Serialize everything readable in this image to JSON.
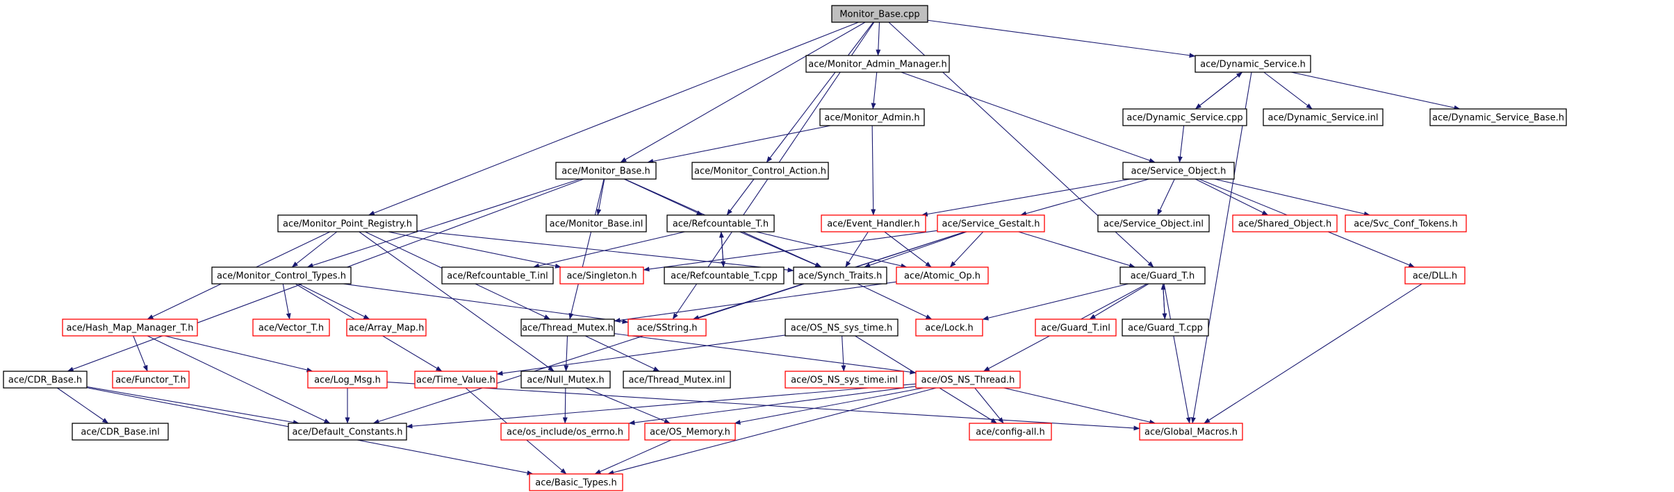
{
  "diagram": {
    "title": "Monitor_Base.cpp",
    "colors": {
      "edge": "#191970",
      "root_fill": "#bfbfbf",
      "normal_border": "#000000",
      "missing_border": "#ff0000"
    },
    "nodes": [
      {
        "id": "mb_cpp",
        "label": "Monitor_Base.cpp",
        "kind": "root"
      },
      {
        "id": "mam_h",
        "label": "ace/Monitor_Admin_Manager.h",
        "kind": "normal"
      },
      {
        "id": "ds_h",
        "label": "ace/Dynamic_Service.h",
        "kind": "normal"
      },
      {
        "id": "ma_h",
        "label": "ace/Monitor_Admin.h",
        "kind": "normal"
      },
      {
        "id": "ds_cpp",
        "label": "ace/Dynamic_Service.cpp",
        "kind": "normal"
      },
      {
        "id": "ds_inl",
        "label": "ace/Dynamic_Service.inl",
        "kind": "normal"
      },
      {
        "id": "dsb_h",
        "label": "ace/Dynamic_Service_Base.h",
        "kind": "normal"
      },
      {
        "id": "mbase_h",
        "label": "ace/Monitor_Base.h",
        "kind": "normal"
      },
      {
        "id": "mca_h",
        "label": "ace/Monitor_Control_Action.h",
        "kind": "normal"
      },
      {
        "id": "so_h",
        "label": "ace/Service_Object.h",
        "kind": "normal"
      },
      {
        "id": "mbase_inl",
        "label": "ace/Monitor_Base.inl",
        "kind": "normal"
      },
      {
        "id": "rc_h",
        "label": "ace/Refcountable_T.h",
        "kind": "normal"
      },
      {
        "id": "eh_h",
        "label": "ace/Event_Handler.h",
        "kind": "missing"
      },
      {
        "id": "sg_h",
        "label": "ace/Service_Gestalt.h",
        "kind": "missing"
      },
      {
        "id": "so_inl",
        "label": "ace/Service_Object.inl",
        "kind": "normal"
      },
      {
        "id": "sho_h",
        "label": "ace/Shared_Object.h",
        "kind": "missing"
      },
      {
        "id": "sct_h",
        "label": "ace/Svc_Conf_Tokens.h",
        "kind": "missing"
      },
      {
        "id": "mpr_h",
        "label": "ace/Monitor_Point_Registry.h",
        "kind": "normal"
      },
      {
        "id": "mct_h",
        "label": "ace/Monitor_Control_Types.h",
        "kind": "normal"
      },
      {
        "id": "rc_inl",
        "label": "ace/Refcountable_T.inl",
        "kind": "normal"
      },
      {
        "id": "sing_h",
        "label": "ace/Singleton.h",
        "kind": "missing"
      },
      {
        "id": "rc_cpp",
        "label": "ace/Refcountable_T.cpp",
        "kind": "normal"
      },
      {
        "id": "st_h",
        "label": "ace/Synch_Traits.h",
        "kind": "normal"
      },
      {
        "id": "ao_h",
        "label": "ace/Atomic_Op.h",
        "kind": "missing"
      },
      {
        "id": "gt_h",
        "label": "ace/Guard_T.h",
        "kind": "normal"
      },
      {
        "id": "dll_h",
        "label": "ace/DLL.h",
        "kind": "missing"
      },
      {
        "id": "hmm_h",
        "label": "ace/Hash_Map_Manager_T.h",
        "kind": "missing"
      },
      {
        "id": "vec_h",
        "label": "ace/Vector_T.h",
        "kind": "missing"
      },
      {
        "id": "am_h",
        "label": "ace/Array_Map.h",
        "kind": "missing"
      },
      {
        "id": "tm_h",
        "label": "ace/Thread_Mutex.h",
        "kind": "normal"
      },
      {
        "id": "ss_h",
        "label": "ace/SString.h",
        "kind": "missing"
      },
      {
        "id": "oss_h",
        "label": "ace/OS_NS_sys_time.h",
        "kind": "normal"
      },
      {
        "id": "lock_h",
        "label": "ace/Lock.h",
        "kind": "missing"
      },
      {
        "id": "gt_inl",
        "label": "ace/Guard_T.inl",
        "kind": "missing"
      },
      {
        "id": "gt_cpp",
        "label": "ace/Guard_T.cpp",
        "kind": "normal"
      },
      {
        "id": "cdr_h",
        "label": "ace/CDR_Base.h",
        "kind": "normal"
      },
      {
        "id": "fun_h",
        "label": "ace/Functor_T.h",
        "kind": "missing"
      },
      {
        "id": "lm_h",
        "label": "ace/Log_Msg.h",
        "kind": "missing"
      },
      {
        "id": "tv_h",
        "label": "ace/Time_Value.h",
        "kind": "missing"
      },
      {
        "id": "nm_h",
        "label": "ace/Null_Mutex.h",
        "kind": "normal"
      },
      {
        "id": "tm_inl",
        "label": "ace/Thread_Mutex.inl",
        "kind": "normal"
      },
      {
        "id": "oss_inl",
        "label": "ace/OS_NS_sys_time.inl",
        "kind": "missing"
      },
      {
        "id": "ost_h",
        "label": "ace/OS_NS_Thread.h",
        "kind": "missing"
      },
      {
        "id": "cdr_inl",
        "label": "ace/CDR_Base.inl",
        "kind": "normal"
      },
      {
        "id": "dc_h",
        "label": "ace/Default_Constants.h",
        "kind": "normal"
      },
      {
        "id": "errno_h",
        "label": "ace/os_include/os_errno.h",
        "kind": "missing"
      },
      {
        "id": "osm_h",
        "label": "ace/OS_Memory.h",
        "kind": "missing"
      },
      {
        "id": "cfg_h",
        "label": "ace/config-all.h",
        "kind": "missing"
      },
      {
        "id": "gm_h",
        "label": "ace/Global_Macros.h",
        "kind": "missing"
      },
      {
        "id": "bt_h",
        "label": "ace/Basic_Types.h",
        "kind": "missing"
      }
    ],
    "edges": [
      [
        "mb_cpp",
        "mam_h"
      ],
      [
        "mb_cpp",
        "ds_h"
      ],
      [
        "mb_cpp",
        "mbase_h"
      ],
      [
        "mb_cpp",
        "mca_h"
      ],
      [
        "mb_cpp",
        "mpr_h"
      ],
      [
        "mb_cpp",
        "gt_h"
      ],
      [
        "mb_cpp",
        "ss_h"
      ],
      [
        "mam_h",
        "ma_h"
      ],
      [
        "mam_h",
        "so_h"
      ],
      [
        "ds_h",
        "ds_cpp"
      ],
      [
        "ds_cpp",
        "ds_h"
      ],
      [
        "ds_h",
        "ds_inl"
      ],
      [
        "ds_h",
        "dsb_h"
      ],
      [
        "ds_h",
        "gm_h"
      ],
      [
        "ds_cpp",
        "so_h"
      ],
      [
        "ma_h",
        "mbase_h"
      ],
      [
        "ma_h",
        "eh_h"
      ],
      [
        "mbase_h",
        "mbase_inl"
      ],
      [
        "mbase_h",
        "rc_h"
      ],
      [
        "mbase_h",
        "mct_h"
      ],
      [
        "mbase_h",
        "st_h"
      ],
      [
        "mbase_h",
        "tm_h"
      ],
      [
        "mbase_h",
        "cdr_h"
      ],
      [
        "mca_h",
        "rc_h"
      ],
      [
        "rc_h",
        "rc_inl"
      ],
      [
        "rc_h",
        "rc_cpp"
      ],
      [
        "rc_cpp",
        "rc_h"
      ],
      [
        "rc_h",
        "st_h"
      ],
      [
        "rc_h",
        "ao_h"
      ],
      [
        "so_h",
        "eh_h"
      ],
      [
        "so_h",
        "sg_h"
      ],
      [
        "so_h",
        "so_inl"
      ],
      [
        "so_h",
        "sho_h"
      ],
      [
        "so_h",
        "sct_h"
      ],
      [
        "so_h",
        "dll_h"
      ],
      [
        "eh_h",
        "st_h"
      ],
      [
        "eh_h",
        "ao_h"
      ],
      [
        "sg_h",
        "sing_h"
      ],
      [
        "sg_h",
        "st_h"
      ],
      [
        "sg_h",
        "ao_h"
      ],
      [
        "sg_h",
        "gt_h"
      ],
      [
        "sg_h",
        "ss_h"
      ],
      [
        "sg_h",
        "dc_h"
      ],
      [
        "mpr_h",
        "mct_h"
      ],
      [
        "mpr_h",
        "sing_h"
      ],
      [
        "mpr_h",
        "hmm_h"
      ],
      [
        "mpr_h",
        "st_h"
      ],
      [
        "mpr_h",
        "tm_h"
      ],
      [
        "mpr_h",
        "nm_h"
      ],
      [
        "mct_h",
        "vec_h"
      ],
      [
        "mct_h",
        "am_h"
      ],
      [
        "mct_h",
        "tv_h"
      ],
      [
        "mct_h",
        "ss_h"
      ],
      [
        "st_h",
        "lock_h"
      ],
      [
        "ao_h",
        "tm_h"
      ],
      [
        "gt_h",
        "lock_h"
      ],
      [
        "gt_h",
        "gt_inl"
      ],
      [
        "gt_h",
        "gt_cpp"
      ],
      [
        "gt_cpp",
        "gt_h"
      ],
      [
        "gt_h",
        "ost_h"
      ],
      [
        "gt_h",
        "gm_h"
      ],
      [
        "dll_h",
        "gm_h"
      ],
      [
        "hmm_h",
        "fun_h"
      ],
      [
        "hmm_h",
        "lm_h"
      ],
      [
        "hmm_h",
        "dc_h"
      ],
      [
        "tm_h",
        "nm_h"
      ],
      [
        "tm_h",
        "tm_inl"
      ],
      [
        "tm_h",
        "ost_h"
      ],
      [
        "oss_h",
        "oss_inl"
      ],
      [
        "oss_h",
        "tv_h"
      ],
      [
        "oss_h",
        "cfg_h"
      ],
      [
        "lm_h",
        "dc_h"
      ],
      [
        "lm_h",
        "gm_h"
      ],
      [
        "tv_h",
        "bt_h"
      ],
      [
        "nm_h",
        "errno_h"
      ],
      [
        "nm_h",
        "osm_h"
      ],
      [
        "ost_h",
        "cfg_h"
      ],
      [
        "ost_h",
        "gm_h"
      ],
      [
        "ost_h",
        "bt_h"
      ],
      [
        "ost_h",
        "errno_h"
      ],
      [
        "ost_h",
        "osm_h"
      ],
      [
        "ost_h",
        "dc_h"
      ],
      [
        "cdr_h",
        "cdr_inl"
      ],
      [
        "cdr_h",
        "dc_h"
      ],
      [
        "cdr_h",
        "bt_h"
      ],
      [
        "osm_h",
        "bt_h"
      ]
    ]
  }
}
